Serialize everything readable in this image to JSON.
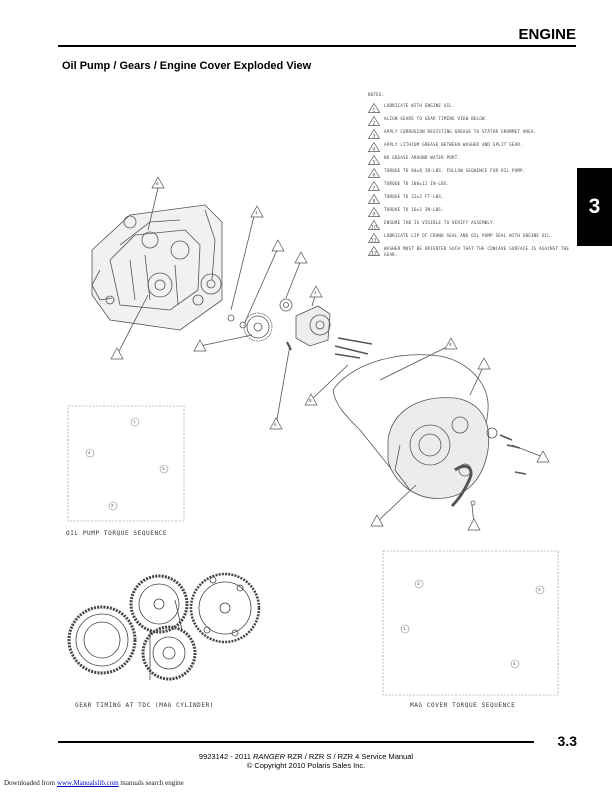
{
  "header": {
    "section": "ENGINE",
    "title": "Oil Pump / Gears / Engine Cover Exploded View",
    "chapter": "3"
  },
  "notes": {
    "heading": "NOTES:",
    "items": [
      {
        "num": "1",
        "text": "LUBRICATE WITH ENGINE OIL."
      },
      {
        "num": "2",
        "text": "ALIGN GEARS TO GEAR TIMING VIEW BELOW."
      },
      {
        "num": "3",
        "text": "APPLY CORROSION RESISTING GREASE TO STATOR GROMMET AREA."
      },
      {
        "num": "4",
        "text": "APPLY LITHIUM GREASE BETWEEN WASHER AND SPLIT GEAR."
      },
      {
        "num": "5",
        "text": "NO GREASE AROUND WATER PORT."
      },
      {
        "num": "6",
        "text": "TORQUE TO 84±8 IN-LBS.  FOLLOW SEQUENCE FOR OIL PUMP."
      },
      {
        "num": "7",
        "text": "TORQUE TO 108±12 IN-LBS."
      },
      {
        "num": "8",
        "text": "TORQUE TO 22±2 FT-LBS."
      },
      {
        "num": "9",
        "text": "TORQUE TO 16±2 IN-LBS."
      },
      {
        "num": "10",
        "text": "ENSURE TAB IS VISIBLE TO VERIFY ASSEMBLY."
      },
      {
        "num": "11",
        "text": "LUBRICATE LIP OF CRANK SEAL AND OIL PUMP SEAL WITH ENGINE OIL."
      },
      {
        "num": "12",
        "text": "WASHER MUST BE ORIENTED SUCH THAT THE CONCAVE SURFACE IS AGAINST THE GEAR."
      }
    ]
  },
  "callouts": {
    "engine_block": "6",
    "gear": "1",
    "cover": "8",
    "gasket": "8",
    "bolt": "6",
    "pump": "1"
  },
  "diagrams": {
    "oil_pump_caption": "OIL PUMP TORQUE SEQUENCE",
    "oil_pump_seq": [
      "1",
      "4",
      "3",
      "2"
    ],
    "gear_timing_caption": "GEAR TIMING AT TDC (MAG CYLINDER)",
    "mag_cover_caption": "MAG COVER TORQUE SEQUENCE",
    "mag_cover_seq": [
      "3",
      "2",
      "1",
      "4"
    ]
  },
  "footer": {
    "part_no": "9923142 - 2011",
    "model_italic": "RANGER",
    "models": "RZR / RZR S / RZR 4 Service Manual",
    "copyright": "© Copyright 2010 Polaris Sales Inc.",
    "page_number": "3.3"
  },
  "download": {
    "prefix": "Downloaded from",
    "link": "www.Manualslib.com",
    "suffix": "manuals search engine"
  }
}
